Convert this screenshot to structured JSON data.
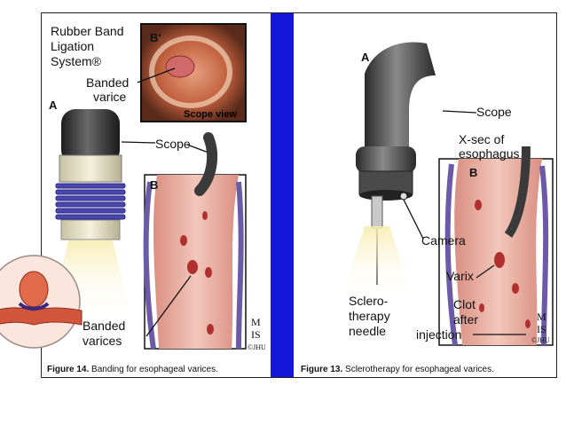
{
  "left_panel": {
    "title_line1": "Rubber Band",
    "title_line2": "Ligation",
    "title_line3": "System®",
    "inset_tag": "B'",
    "banded_varice_line1": "Banded",
    "banded_varice_line2": "varice",
    "scope_view": "Scope view",
    "tag_a": "A",
    "scope": "Scope",
    "tag_b": "B",
    "banded_varices_line1": "Banded",
    "banded_varices_line2": "varices",
    "mark_top": "M",
    "mark_bottom": "IS",
    "mark_small": "©JHU",
    "caption_bold": "Figure 14.",
    "caption_text": " Banding for esophageal varices."
  },
  "right_panel": {
    "tag_a": "A",
    "scope": "Scope",
    "xsec": "X-sec of esophagus",
    "tag_b": "B",
    "camera": "Camera",
    "varix": "Varix",
    "sclero_line1": "Sclero-",
    "sclero_line2": "therapy",
    "sclero_line3": "needle",
    "clot_line1": "Clot",
    "clot_line2": "after",
    "clot_line3": "injection",
    "mark_top": "M",
    "mark_bottom": "IS",
    "mark_small": "©JHU",
    "caption_bold": "Figure 13.",
    "caption_text": " Sclerotherapy for esophageal varices."
  },
  "colors": {
    "divider": "#1318d8",
    "tissue": "#e8a89a",
    "vein": "#6a5aa8",
    "scope_dark": "#3a3a3a",
    "band": "#4a48b0"
  }
}
